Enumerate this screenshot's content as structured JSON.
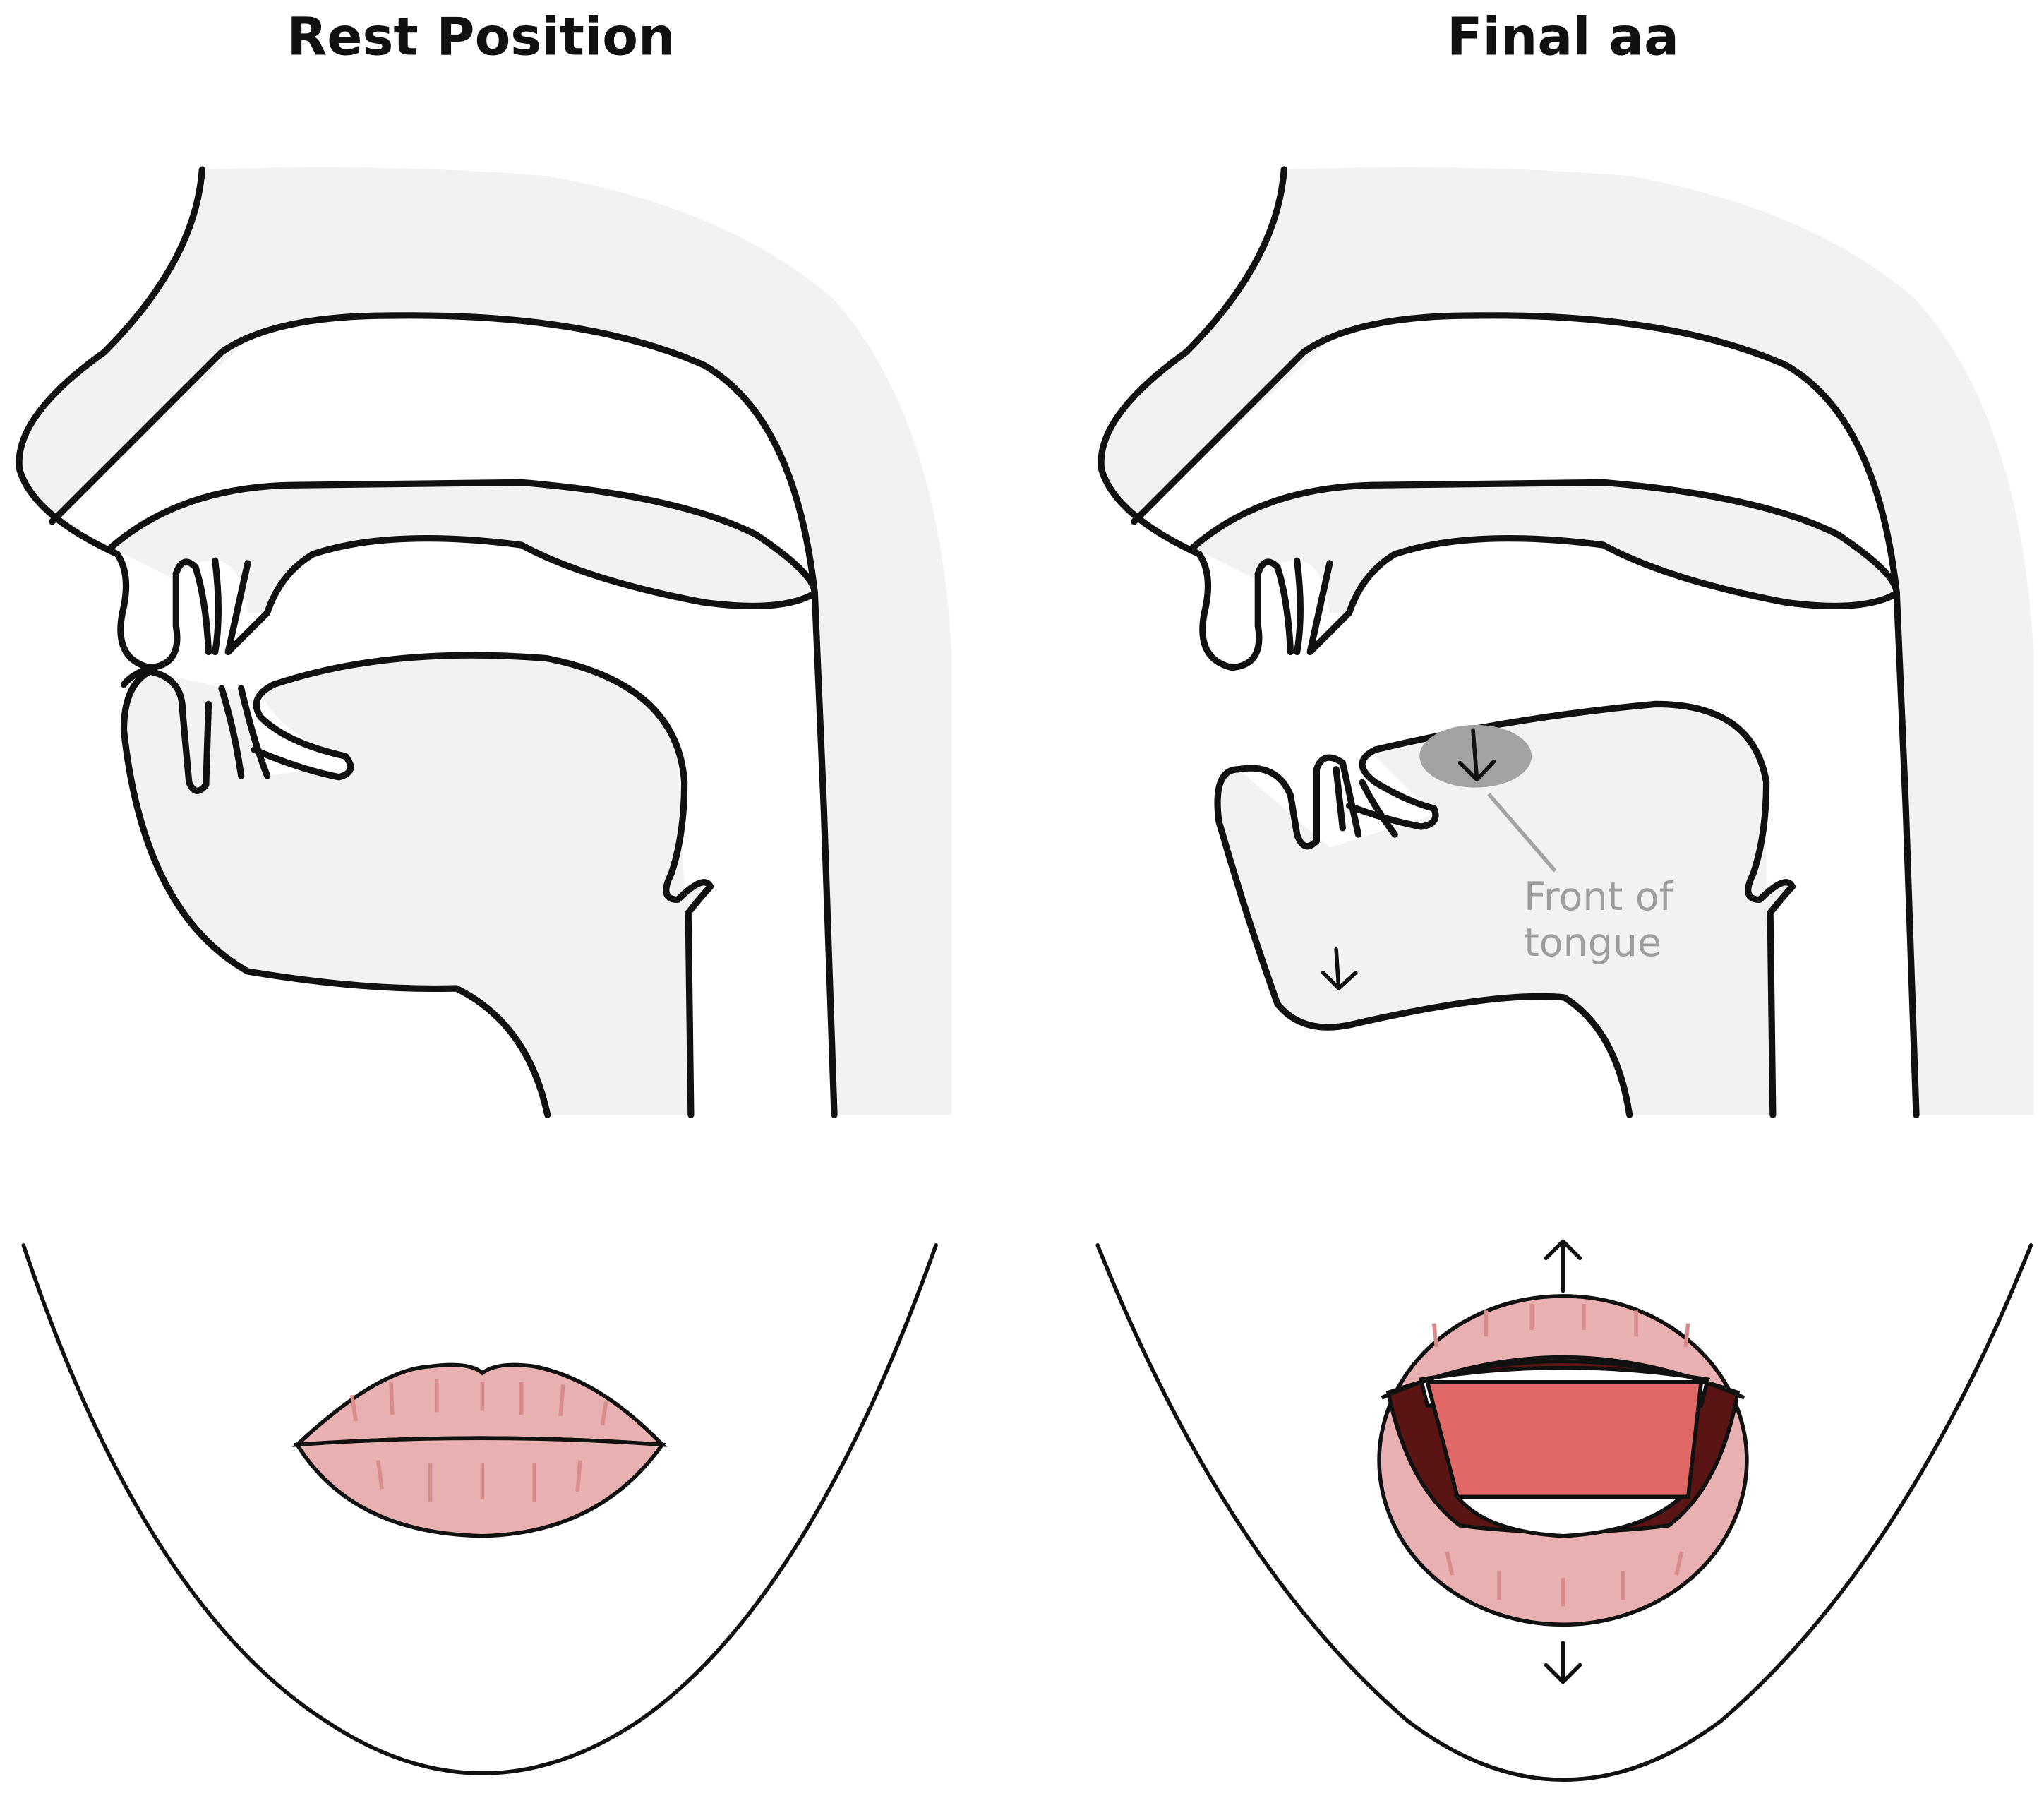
{
  "panels": [
    {
      "title": "Rest Position"
    },
    {
      "title": "Final aa",
      "annotation": {
        "line1": "Front of",
        "line2": "tongue"
      }
    }
  ],
  "colors": {
    "tissue": "#f2f2f2",
    "lip": "#e8b0b0",
    "tongue": "#e06866",
    "highlight": "#a3a3a3",
    "label": "#9e9e9e"
  }
}
